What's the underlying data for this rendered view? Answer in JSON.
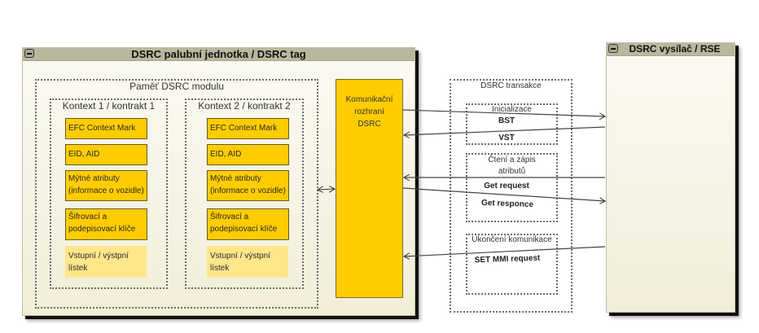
{
  "obu_frame": {
    "title": "DSRC palubní jednotka / DSRC tag",
    "collapse_icon": "minus-icon",
    "memory": {
      "label": "Paměť DSRC modulu",
      "contexts": [
        {
          "label": "Kontext 1 / kontrakt 1",
          "items": [
            "EFC Context Mark",
            "EID, AID",
            "Mýtné atributy (informace o vozidle)",
            "Šifrovací a podepisovací klíče",
            "Vstupní / výstpní lístek"
          ]
        },
        {
          "label": "Kontext 2 / kontrakt 2",
          "items": [
            "EFC Context Mark",
            "EID, AID",
            "Mýtné atributy (informace o vozidle)",
            "Šifrovací a podepisovací klíče",
            "Vstupní / výstpní lístek"
          ]
        }
      ]
    },
    "interface": {
      "label": "Komunikační rozhraní DSRC"
    }
  },
  "transactions": {
    "label": "DSRC transakce",
    "groups": [
      {
        "label": "Inicializace",
        "messages": [
          "BST",
          "VST"
        ]
      },
      {
        "label": "Čtení a zápis atributů",
        "messages": [
          "Get request",
          "Get responce"
        ]
      },
      {
        "label": "Ukončení komunikace",
        "messages": [
          "SET MMI request"
        ]
      }
    ]
  },
  "rse_frame": {
    "title": "DSRC vysílač / RSE",
    "collapse_icon": "minus-icon"
  },
  "colors": {
    "yellow": "#ffcc00",
    "light_yellow": "#ffe68a",
    "frame_header": "#b9b89f",
    "frame_body": "#f7f5e8"
  }
}
